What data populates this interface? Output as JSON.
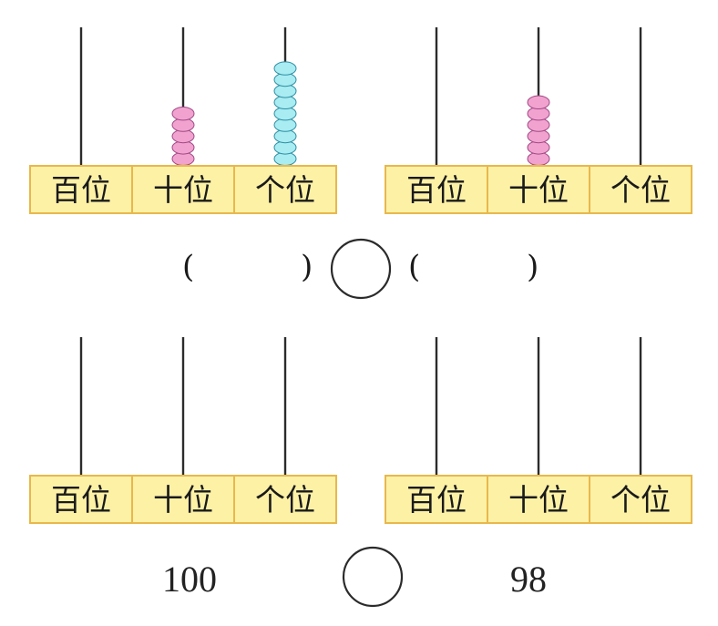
{
  "colors": {
    "label_fill": "#fdf1a6",
    "label_stroke": "#e8b84c",
    "rod": "#2b2b2b",
    "tens_bead": "#f2a2cf",
    "tens_bead_stroke": "#a04a86",
    "ones_bead": "#a9ecf2",
    "ones_bead_stroke": "#2d8fa3"
  },
  "abacuses": [
    {
      "labels": [
        "百位",
        "十位",
        "个位"
      ],
      "beads": {
        "hundreds": 0,
        "tens": 5,
        "ones": 9
      }
    },
    {
      "labels": [
        "百位",
        "十位",
        "个位"
      ],
      "beads": {
        "hundreds": 0,
        "tens": 6,
        "ones": 0
      }
    },
    {
      "labels": [
        "百位",
        "十位",
        "个位"
      ],
      "beads": {
        "hundreds": 0,
        "tens": 0,
        "ones": 0
      }
    },
    {
      "labels": [
        "百位",
        "十位",
        "个位"
      ],
      "beads": {
        "hundreds": 0,
        "tens": 0,
        "ones": 0
      }
    }
  ],
  "compare_row1": {
    "left_open": "(",
    "left_close": ")",
    "right_open": "(",
    "right_close": ")"
  },
  "compare_row2": {
    "left_number": "100",
    "right_number": "98"
  }
}
